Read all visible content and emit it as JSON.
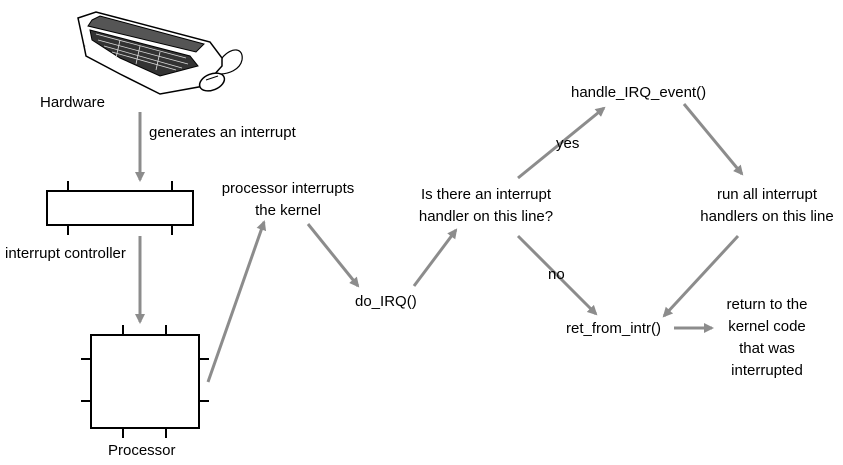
{
  "nodes": {
    "hardware": "Hardware",
    "generates": "generates an interrupt",
    "interrupt_controller": "interrupt controller",
    "processor": "Processor",
    "processor_interrupts": [
      "processor interrupts",
      "the kernel"
    ],
    "do_irq": "do_IRQ()",
    "decision": [
      "Is there an interrupt",
      "handler on this line?"
    ],
    "handle_irq_event": "handle_IRQ_event()",
    "run_all": [
      "run all interrupt",
      "handlers on this line"
    ],
    "ret_from_intr": "ret_from_intr()",
    "return_to": [
      "return to  the",
      "kernel code",
      "that was",
      "interrupted"
    ]
  },
  "edges": {
    "yes": "yes",
    "no": "no"
  },
  "colors": {
    "arrow": "#8c8c8c",
    "stroke": "#000000",
    "text": "#000000"
  },
  "icons": {
    "hardware": "keyboard-and-mouse-icon"
  }
}
